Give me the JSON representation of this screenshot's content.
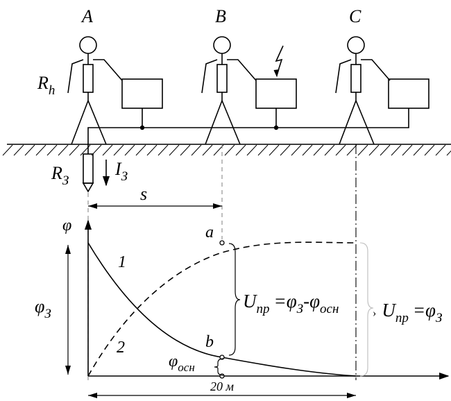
{
  "labels": {
    "person_a": "A",
    "person_b": "B",
    "person_c": "C",
    "body_resistance": "R",
    "body_resistance_sub": "h",
    "ground_resistance": "R",
    "ground_resistance_sub": "З",
    "ground_current": "I",
    "ground_current_sub": "З",
    "distance": "s",
    "phi_axis": "φ",
    "phi_ground": "φ",
    "phi_ground_sub": "З",
    "point_a": "a",
    "point_b": "b",
    "curve_1": "1",
    "curve_2": "2",
    "phi_base": "φ",
    "phi_base_sub": "осн",
    "touch_voltage_1": {
      "u": "U",
      "u_sub": "пр",
      "eq": "=φ",
      "eq_sub": "З",
      "minus": "-φ",
      "minus_sub": "осн"
    },
    "touch_voltage_2": {
      "prefix": "›",
      "u": "U",
      "u_sub": "пр",
      "eq": "=φ",
      "eq_sub": "З"
    },
    "twenty_m": "20 м"
  },
  "colors": {
    "ink": "#000000",
    "guide": "#888888",
    "background": "#ffffff"
  }
}
